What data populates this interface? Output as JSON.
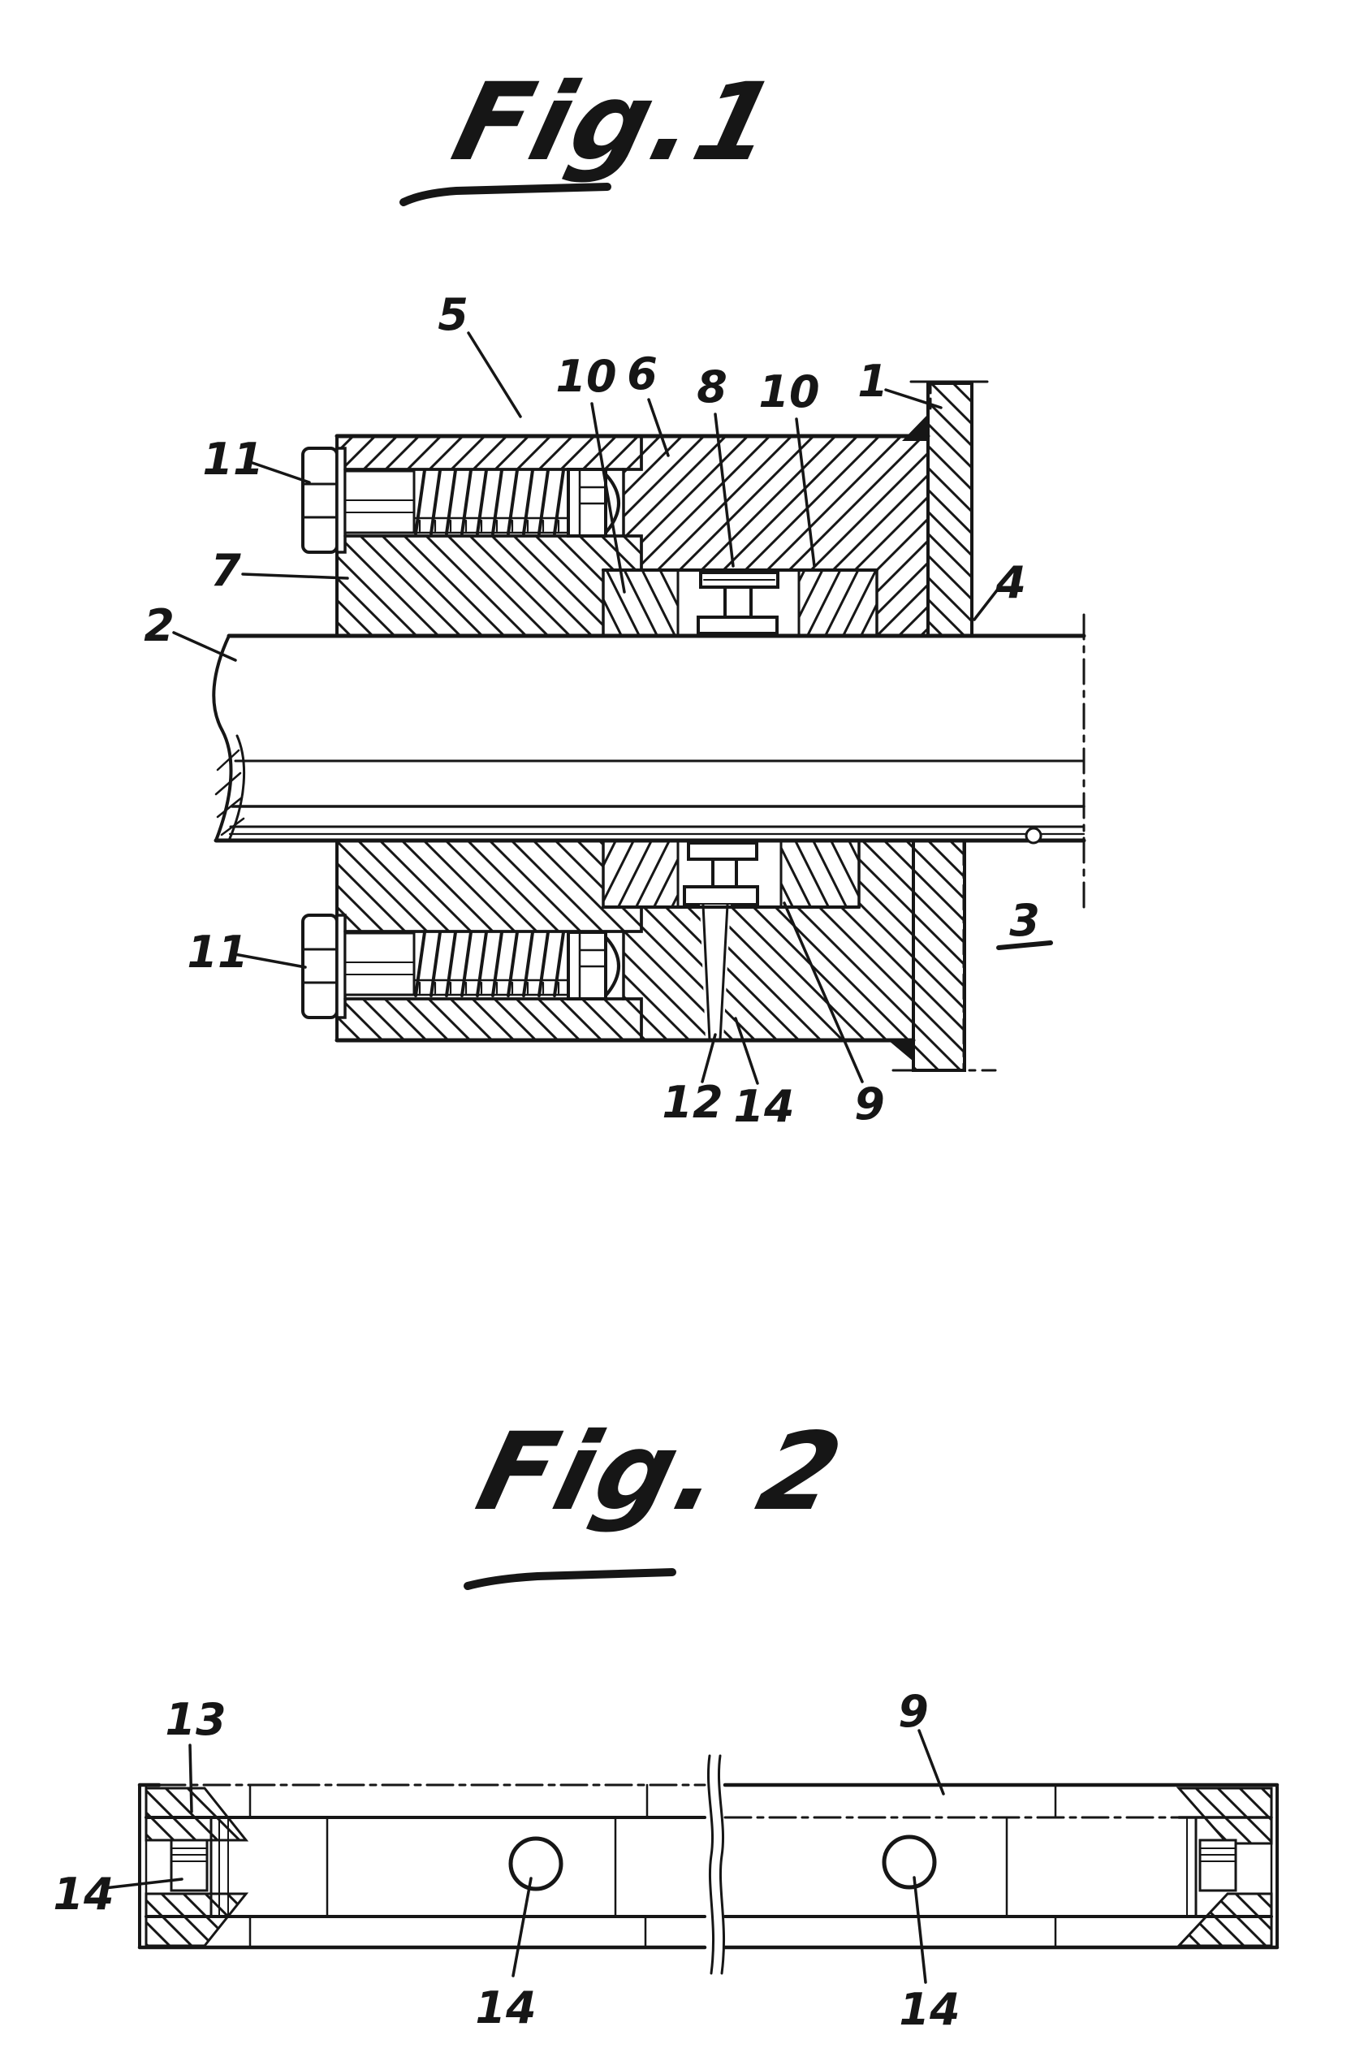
{
  "sheet": {
    "type_note": "patent line drawing, black ink on white paper",
    "ink_color": "#161616",
    "paper_color": "#ffffff"
  },
  "figure1": {
    "title": "Fig.1",
    "labels": {
      "n5": "5",
      "n10a": "10",
      "n6": "6",
      "n8": "8",
      "n10b": "10",
      "n1": "1",
      "n11a": "11",
      "n7": "7",
      "n2": "2",
      "n4": "4",
      "n11b": "11",
      "n12": "12",
      "n14": "14",
      "n9": "9",
      "n3": "3"
    }
  },
  "figure2": {
    "title": "Fig. 2",
    "labels": {
      "n13": "13",
      "n9": "9",
      "n14a": "14",
      "n14b": "14",
      "n14c": "14"
    }
  }
}
